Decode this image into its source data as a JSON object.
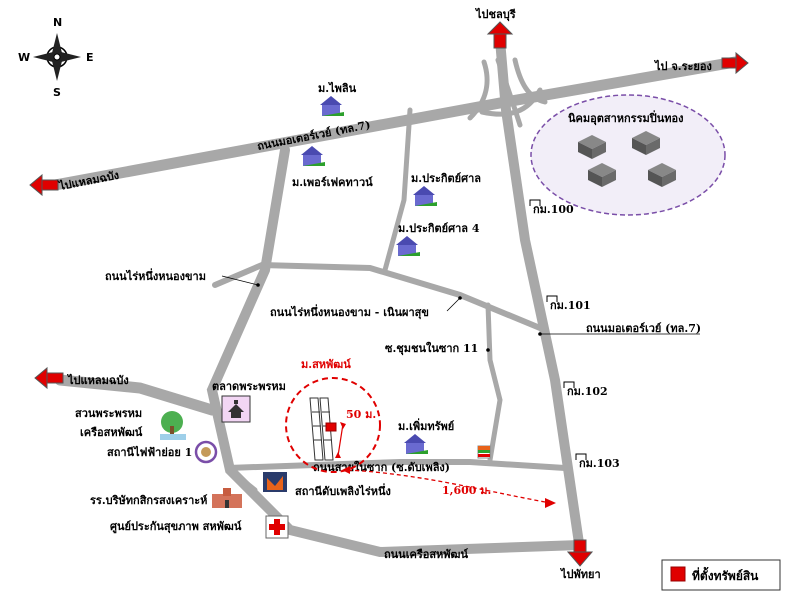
{
  "compass": {
    "n": "N",
    "s": "S",
    "e": "E",
    "w": "W"
  },
  "roads": {
    "to_chonburi": "ไปชลบุรี",
    "to_rayong": "ไป จ.ระยอง",
    "to_laem_chabang_top": "ไปแหลมฉบัง",
    "to_laem_chabang_left": "ไปแหลมฉบัง",
    "to_pattaya": "ไปพัทยา",
    "motorway_top": "ถนนมอเตอร์เวย์ (ทล.7)",
    "motorway_right": "ถนนมอเตอร์เวย์ (ทล.7)",
    "rai_nueng_nong_kham": "ถนนไร่หนึ่งหนองขาม",
    "rai_nueng_noen_pha_suk": "ถนนไร่หนึ่งหนองขาม - เนินผาสุข",
    "soi_chumchon": "ซ.ชุมชนในซาก 11",
    "soi_nai_sak": "ถนนสายในซาก (ซ.ดับเพลิง)",
    "kruea_sahaphat": "ถนนเครือสหพัฒน์"
  },
  "km_markers": [
    "กม.100",
    "กม.101",
    "กม.102",
    "กม.103"
  ],
  "places": {
    "industrial_estate": "นิคมอุตสาหกรรมปิ่นทอง",
    "m_pailin": "ม.ไพลิน",
    "m_perfect_town": "ม.เพอร์เฟคทาวน์",
    "m_prakin_sin": "ม.ประกิตย์ศาล",
    "m_prakin_sin_4": "ม.ประกิตย์ศาล 4",
    "m_permsap": "ม.เพิ่มทรัพย์",
    "m_sahaphat": "ม.สหพัฒน์",
    "market": "ตลาดพระพรหม",
    "park": "สวนพระพรหม\nเครือสหพัฒน์",
    "substation": "สถานีไฟฟ้าย่อย 1",
    "fire_station": "สถานีดับเพลิงไร่หนึ่ง",
    "company": "รร.บริษัทกสิกรสงเคราะห์",
    "health_center": "ศูนย์ประกันสุขภาพ สหพัฒน์"
  },
  "distances": {
    "near": "50 ม.",
    "far": "1,600 ม."
  },
  "legend": {
    "label": "ที่ตั้งทรัพย์สิน",
    "color": "#e00000"
  },
  "colors": {
    "road": "#a8a8a8",
    "accent_red": "#e00000",
    "estate_fill": "#f2eef8",
    "estate_stroke": "#7a4ea8"
  }
}
